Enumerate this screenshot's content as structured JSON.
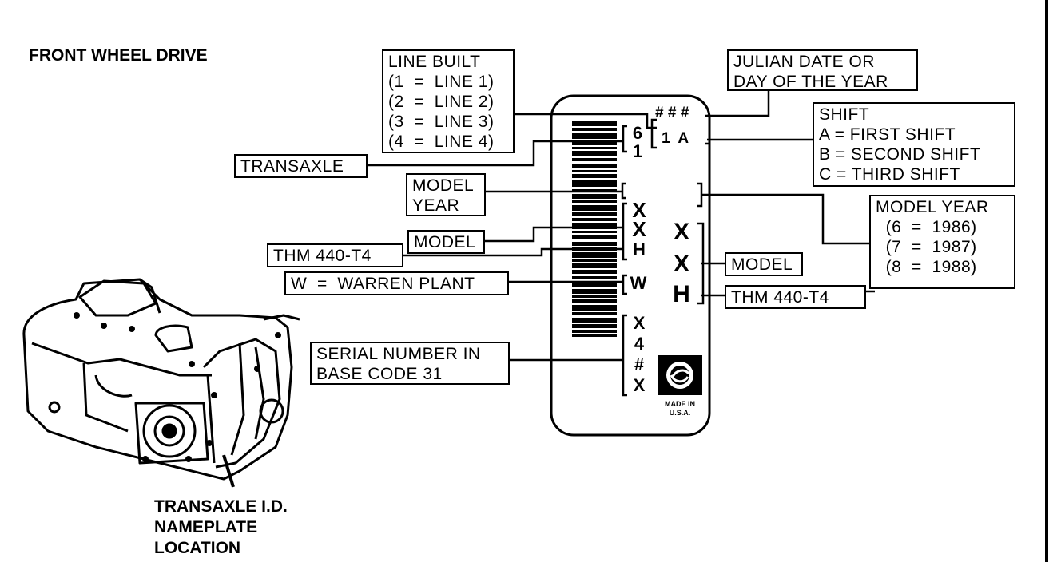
{
  "title": "FRONT WHEEL DRIVE",
  "location_label": "TRANSAXLE I.D.\nNAMEPLATE\nLOCATION",
  "callouts": {
    "line_built": "LINE BUILT\n(1  =  LINE 1)\n(2  =  LINE 2)\n(3  =  LINE 3)\n(4  =  LINE 4)",
    "transaxle": "TRANSAXLE",
    "model_year_left": "MODEL\nYEAR",
    "model_left": "MODEL",
    "thm_left": "THM 440-T4",
    "warren": "W  =  WARREN PLANT",
    "serial": "SERIAL NUMBER IN\nBASE CODE 31",
    "julian": "JULIAN DATE OR\nDAY OF THE YEAR",
    "shift": "SHIFT\nA = FIRST SHIFT\nB = SECOND SHIFT\nC = THIRD SHIFT",
    "model_year_right": "MODEL YEAR\n  (6  =  1986)\n  (7  =  1987)\n  (8  =  1988)",
    "model_right": "MODEL",
    "thm_right": "THM 440-T4"
  },
  "plate": {
    "julian_code": "# # #",
    "shift_code": "1  A",
    "line_digits": [
      "6",
      "1"
    ],
    "model_codes": [
      "X",
      "X",
      "H"
    ],
    "warren_code": "W",
    "serial_codes": [
      "X",
      "4",
      "#",
      "X"
    ],
    "big_codes": [
      "X",
      "X",
      "H"
    ],
    "made_in": "MADE IN\nU.S.A.",
    "logo": "hydra-matic-logo"
  }
}
